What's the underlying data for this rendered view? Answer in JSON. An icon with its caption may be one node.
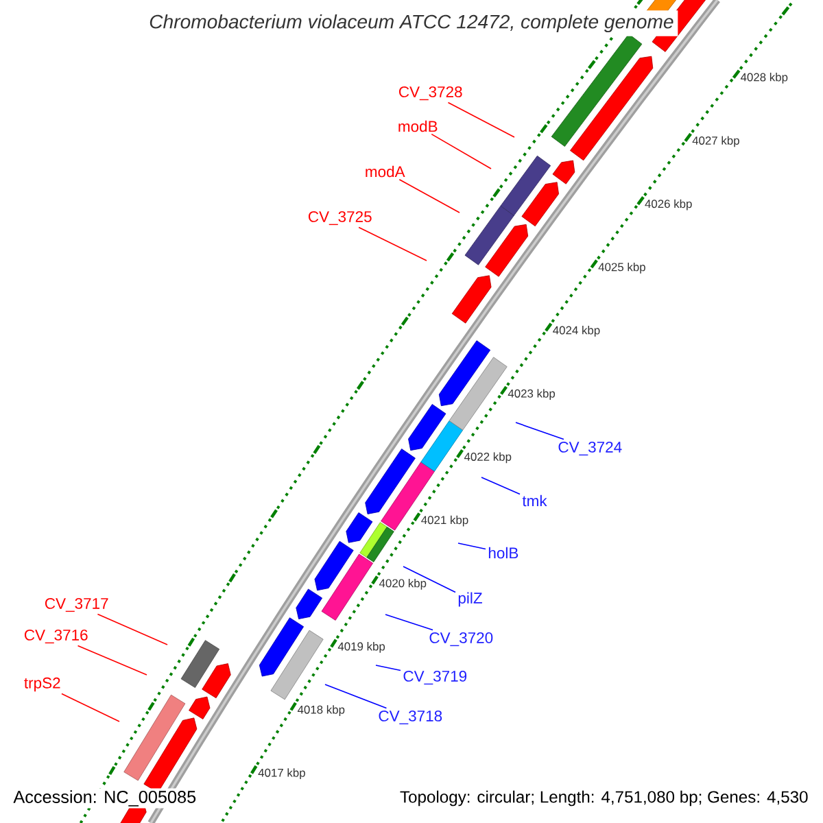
{
  "diagram": {
    "title": "Chromobacterium violaceum ATCC 12472, complete genome",
    "nodes": [
      {
        "text": [
          "CV_3728"
        ]
      },
      {
        "text": [
          "modB"
        ]
      },
      {
        "text": [
          "modA"
        ]
      },
      {
        "text": [
          "CV_3725"
        ]
      },
      {
        "text": [
          "CV_3724"
        ]
      },
      {
        "text": [
          "tmk"
        ]
      },
      {
        "text": [
          "holB"
        ]
      },
      {
        "text": [
          "pilZ"
        ]
      },
      {
        "text": [
          "CV_3717"
        ]
      },
      {
        "text": [
          "CV_3716"
        ]
      },
      {
        "text": [
          "CV_3720"
        ]
      },
      {
        "text": [
          "CV_3719"
        ]
      },
      {
        "text": [
          "trpS2"
        ]
      },
      {
        "text": [
          "CV_3718"
        ]
      }
    ],
    "edges": [
      {
        "from": 0,
        "to": null,
        "arrow": "none",
        "color": "#ff0000"
      },
      {
        "from": 1,
        "to": null,
        "arrow": "none",
        "color": "#ff0000"
      },
      {
        "from": 2,
        "to": null,
        "arrow": "none",
        "color": "#ff0000"
      },
      {
        "from": 3,
        "to": null,
        "arrow": "none",
        "color": "#ff0000"
      },
      {
        "from": 4,
        "to": null,
        "arrow": "none",
        "color": "#0000ff"
      },
      {
        "from": 5,
        "to": null,
        "arrow": "none",
        "color": "#0000ff"
      },
      {
        "from": 6,
        "to": null,
        "arrow": "none",
        "color": "#0000ff"
      },
      {
        "from": 7,
        "to": null,
        "arrow": "none",
        "color": "#0000ff"
      },
      {
        "from": 8,
        "to": null,
        "arrow": "none",
        "color": "#ff0000"
      },
      {
        "from": 9,
        "to": null,
        "arrow": "none",
        "color": "#ff0000"
      },
      {
        "from": 10,
        "to": null,
        "arrow": "none",
        "color": "#0000ff"
      },
      {
        "from": 11,
        "to": null,
        "arrow": "none",
        "color": "#0000ff"
      },
      {
        "from": 12,
        "to": null,
        "arrow": "none",
        "color": "#ff0000"
      },
      {
        "from": 13,
        "to": null,
        "arrow": "none",
        "color": "#0000ff"
      }
    ],
    "labels": [
      "4028 kbp",
      "4027 kbp",
      "4026 kbp",
      "4025 kbp",
      "4024 kbp",
      "4023 kbp",
      "4022 kbp",
      "4021 kbp",
      "4020 kbp",
      "4019 kbp",
      "4018 kbp",
      "4017 kbp",
      "Accession: NC_005085",
      "Topology: circular; Length: 4,751,080 bp; Genes: 4,530"
    ]
  }
}
